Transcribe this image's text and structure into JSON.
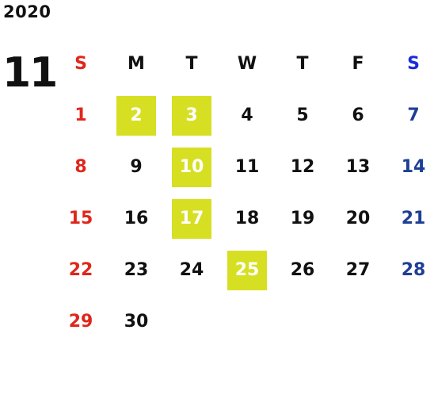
{
  "year": "2020",
  "month": "11",
  "weekdays": [
    "S",
    "M",
    "T",
    "W",
    "T",
    "F",
    "S"
  ],
  "weeks": [
    [
      "1",
      "2",
      "3",
      "4",
      "5",
      "6",
      "7"
    ],
    [
      "8",
      "9",
      "10",
      "11",
      "12",
      "13",
      "14"
    ],
    [
      "15",
      "16",
      "17",
      "18",
      "19",
      "20",
      "21"
    ],
    [
      "22",
      "23",
      "24",
      "25",
      "26",
      "27",
      "28"
    ],
    [
      "29",
      "30",
      "",
      "",
      "",
      "",
      ""
    ]
  ],
  "highlighted_days": [
    "2",
    "3",
    "10",
    "17",
    "25"
  ],
  "colors": {
    "sunday": "#e0261b",
    "saturday": "#1e3f96",
    "saturday_header": "#1a2bdb",
    "highlight": "#d7df23",
    "text": "#111111"
  }
}
